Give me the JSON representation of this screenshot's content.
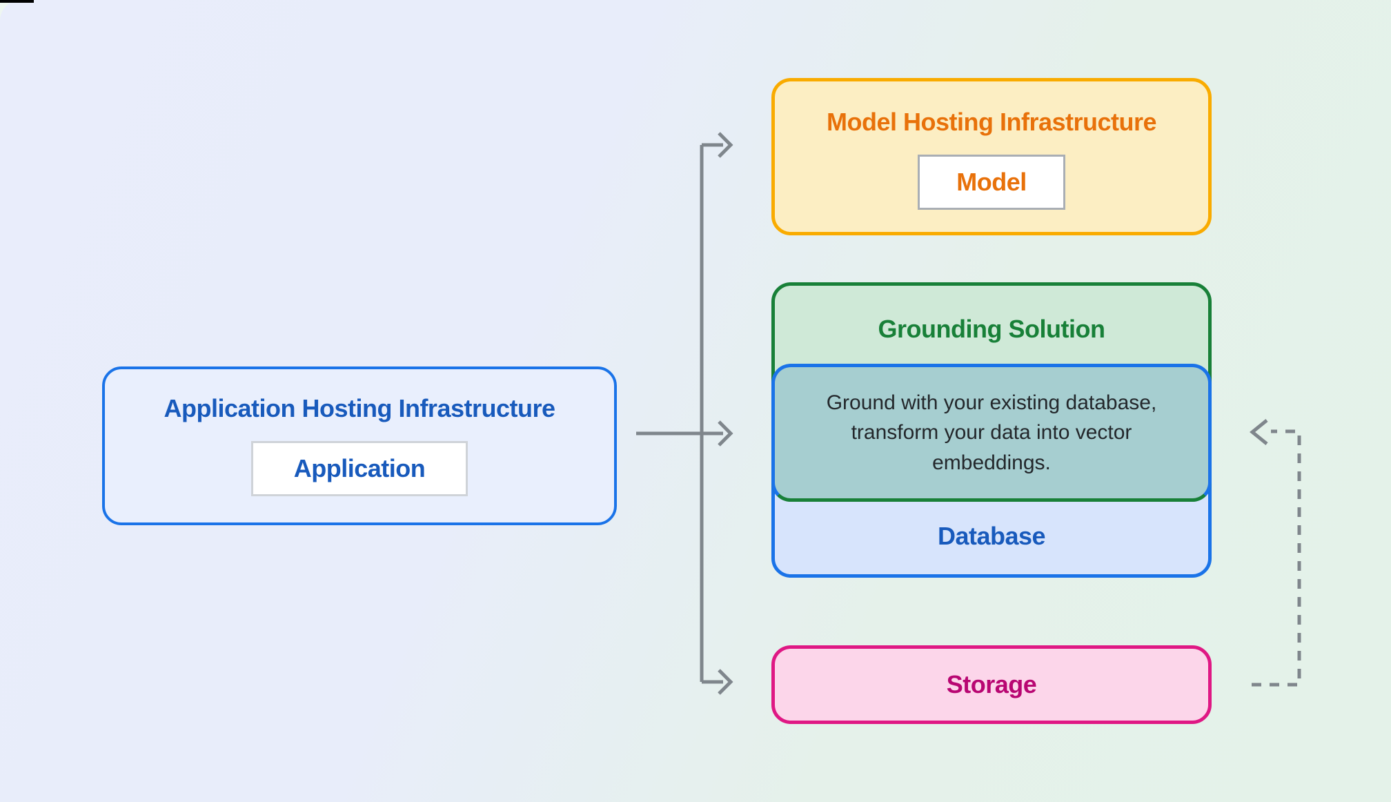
{
  "diagram": {
    "application_box": {
      "title": "Application Hosting Infrastructure",
      "chip_label": "Application",
      "border_color": "#1a73e8",
      "fill_color": "#e9effd",
      "text_color": "#185abc"
    },
    "model_box": {
      "title": "Model Hosting Infrastructure",
      "chip_label": "Model",
      "border_color": "#f9ab00",
      "fill_color": "#fceec3",
      "text_color": "#e8710a"
    },
    "grounding_box": {
      "title": "Grounding Solution",
      "border_color": "#188038",
      "fill_color": "#cfe9d7",
      "text_color": "#188038",
      "description": "Ground with your existing database, transform your data into vector embeddings.",
      "description_fill_color": "#a6ced0",
      "description_text_color": "#23272b"
    },
    "database_box": {
      "label": "Database",
      "border_color": "#1a73e8",
      "fill_color": "#d7e4fc",
      "text_color": "#185abc"
    },
    "storage_box": {
      "label": "Storage",
      "border_color": "#df1884",
      "fill_color": "#fcd6ea",
      "text_color": "#b80672"
    },
    "connectors": {
      "solid_arrow_color": "#7f868c",
      "dashed_arrow_color": "#7f868c",
      "solid_arrows": [
        "application-to-model",
        "application-to-grounding",
        "application-to-storage"
      ],
      "dashed_arrow": "storage-to-grounding-feedback"
    }
  }
}
